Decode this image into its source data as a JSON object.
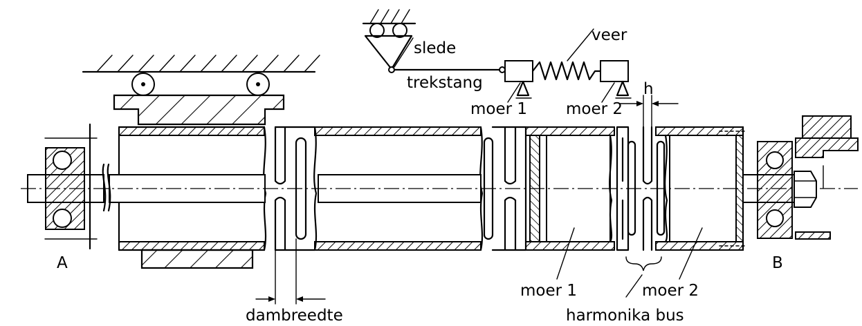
{
  "labels": {
    "slede": "slede",
    "veer": "veer",
    "trekstang": "trekstang",
    "moer1_top": "moer 1",
    "moer2_top": "moer 2",
    "h": "h",
    "A": "A",
    "B": "B",
    "moer1_bottom": "moer 1",
    "moer2_bottom": "moer 2",
    "dambreedte": "dambreedte",
    "harmonika_bus": "harmonika bus"
  }
}
